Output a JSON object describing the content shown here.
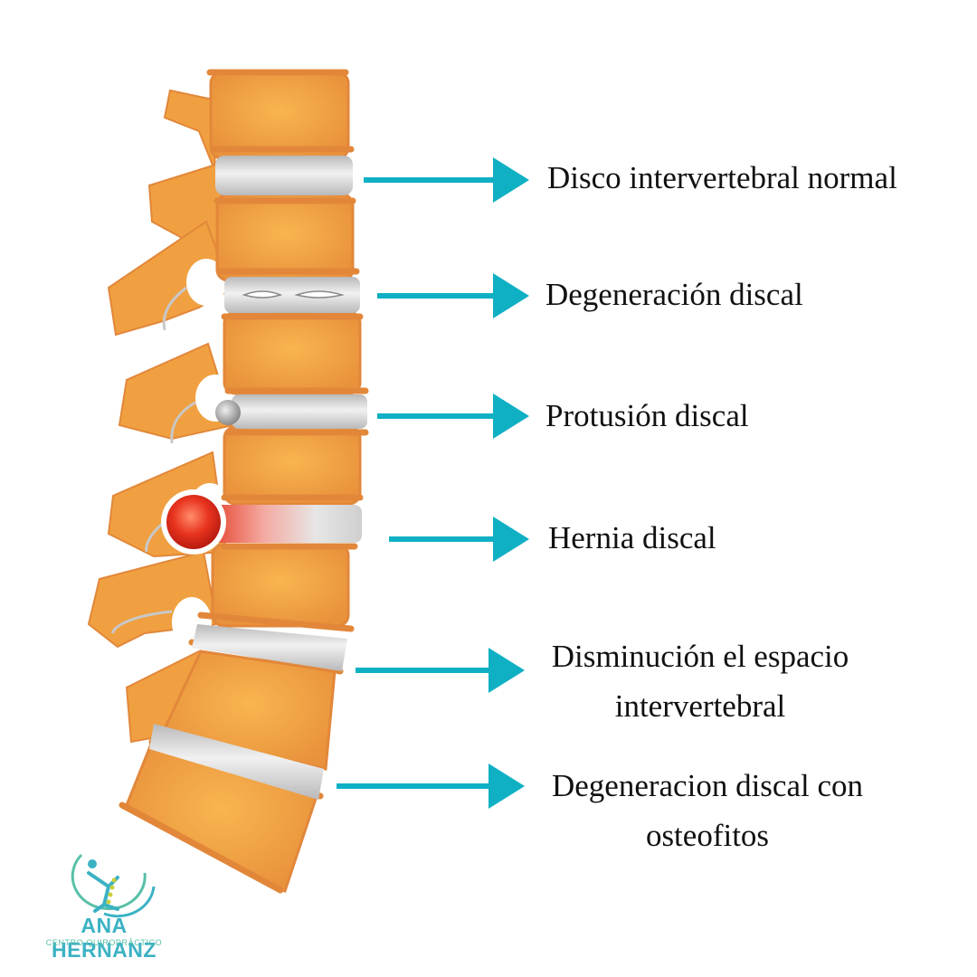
{
  "colors": {
    "bone_fill": "#f0a040",
    "bone_dark": "#e2873a",
    "bone_light": "#f6b457",
    "disc": "#c9c9c9",
    "disc_light": "#ececec",
    "hernia": "#e0301e",
    "arrow": "#0fb0c4",
    "text": "#111111",
    "brand": "#3bb2c4"
  },
  "labels": [
    {
      "lines": [
        "Disco intervertebral normal"
      ]
    },
    {
      "lines": [
        "Degeneración discal"
      ]
    },
    {
      "lines": [
        "Protusión discal"
      ]
    },
    {
      "lines": [
        "Hernia discal"
      ]
    },
    {
      "lines": [
        "Disminución el espacio",
        "intervertebral"
      ]
    },
    {
      "lines": [
        "Degeneracion discal con",
        "osteofitos"
      ]
    }
  ],
  "brand": {
    "name": "ANA HERNANZ",
    "subtitle": "CENTRO QUIROPRÁCTICO"
  }
}
